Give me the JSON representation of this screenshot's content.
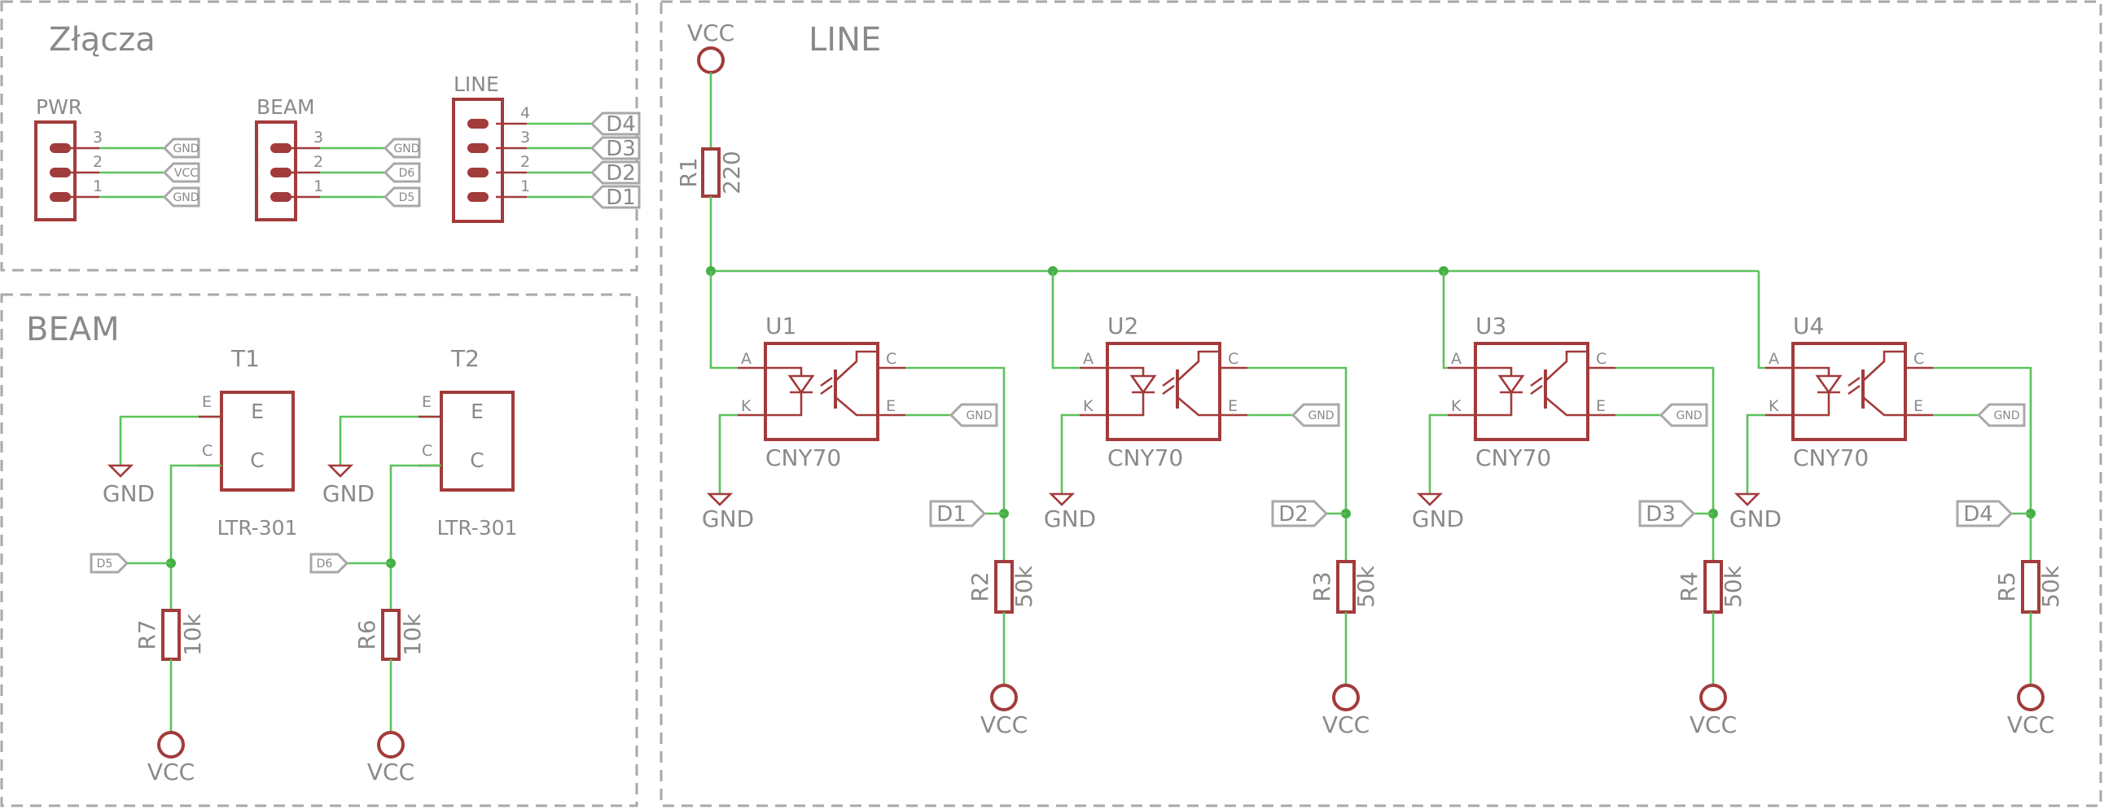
{
  "sections": {
    "connectors": "Złącza",
    "beam": "BEAM",
    "line": "LINE"
  },
  "connectors": [
    {
      "name": "PWR",
      "pins": [
        {
          "num": "3",
          "net": "GND"
        },
        {
          "num": "2",
          "net": "VCC"
        },
        {
          "num": "1",
          "net": "GND"
        }
      ]
    },
    {
      "name": "BEAM",
      "pins": [
        {
          "num": "3",
          "net": "GND"
        },
        {
          "num": "2",
          "net": "D6"
        },
        {
          "num": "1",
          "net": "D5"
        }
      ]
    },
    {
      "name": "LINE",
      "pins": [
        {
          "num": "4",
          "net": "D4"
        },
        {
          "num": "3",
          "net": "D3"
        },
        {
          "num": "2",
          "net": "D2"
        },
        {
          "num": "1",
          "net": "D1"
        }
      ]
    }
  ],
  "phototransistors": [
    {
      "ref": "T1",
      "part": "LTR-301",
      "pin_e": "E",
      "pin_c": "C",
      "gnd": "GND",
      "net": "D5",
      "res_ref": "R7",
      "res_val": "10k",
      "vcc": "VCC"
    },
    {
      "ref": "T2",
      "part": "LTR-301",
      "pin_e": "E",
      "pin_c": "C",
      "gnd": "GND",
      "net": "D6",
      "res_ref": "R6",
      "res_val": "10k",
      "vcc": "VCC"
    }
  ],
  "line_supply": {
    "vcc": "VCC",
    "res_ref": "R1",
    "res_val": "220"
  },
  "sensors": [
    {
      "ref": "U1",
      "part": "CNY70",
      "gnd": "GND",
      "out_gnd": "GND",
      "net": "D1",
      "res_ref": "R2",
      "res_val": "50k",
      "vcc": "VCC"
    },
    {
      "ref": "U2",
      "part": "CNY70",
      "gnd": "GND",
      "out_gnd": "GND",
      "net": "D2",
      "res_ref": "R3",
      "res_val": "50k",
      "vcc": "VCC"
    },
    {
      "ref": "U3",
      "part": "CNY70",
      "gnd": "GND",
      "out_gnd": "GND",
      "net": "D3",
      "res_ref": "R4",
      "res_val": "50k",
      "vcc": "VCC"
    },
    {
      "ref": "U4",
      "part": "CNY70",
      "gnd": "GND",
      "out_gnd": "GND",
      "net": "D4",
      "res_ref": "R5",
      "res_val": "50k",
      "vcc": "VCC"
    }
  ],
  "sensor_pins": {
    "a": "A",
    "k": "K",
    "c": "C",
    "e": "E"
  },
  "colors": {
    "wire": "#5cc25c",
    "symbol": "#a23b3b",
    "label": "#a8a8a8",
    "text": "#8a8a8a"
  }
}
